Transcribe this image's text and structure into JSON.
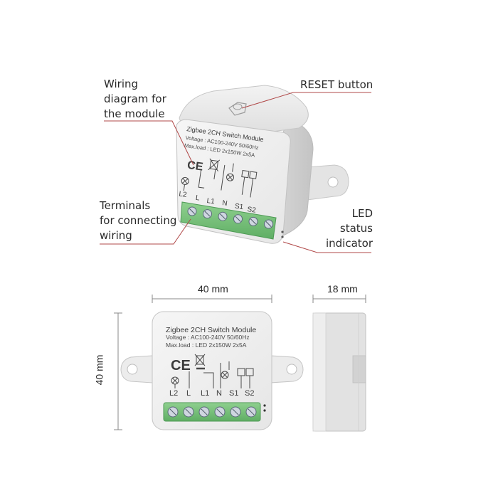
{
  "callouts": {
    "wiring": [
      "Wiring",
      "diagram for",
      "the module"
    ],
    "reset": "RESET button",
    "terminals": [
      "Terminals",
      "for connecting",
      "wiring"
    ],
    "led": [
      "LED",
      "status",
      "indicator"
    ]
  },
  "dimensions": {
    "width": "40 mm",
    "depth": "18 mm",
    "height": "40 mm"
  },
  "module_label": {
    "title": "Zigbee 2CH Switch Module",
    "voltage": "Voltage : AC100-240V 50/60Hz",
    "maxload": "Max.load : LED 2x150W   2x5A",
    "ce": "CE"
  },
  "terminal_labels": [
    "L2",
    "L",
    "L1",
    "N",
    "S1",
    "S2"
  ],
  "colors": {
    "leader_line": "#b04848",
    "housing": "#ebebeb",
    "terminal_block": "#6fbf74",
    "dimension_line": "#888888"
  }
}
